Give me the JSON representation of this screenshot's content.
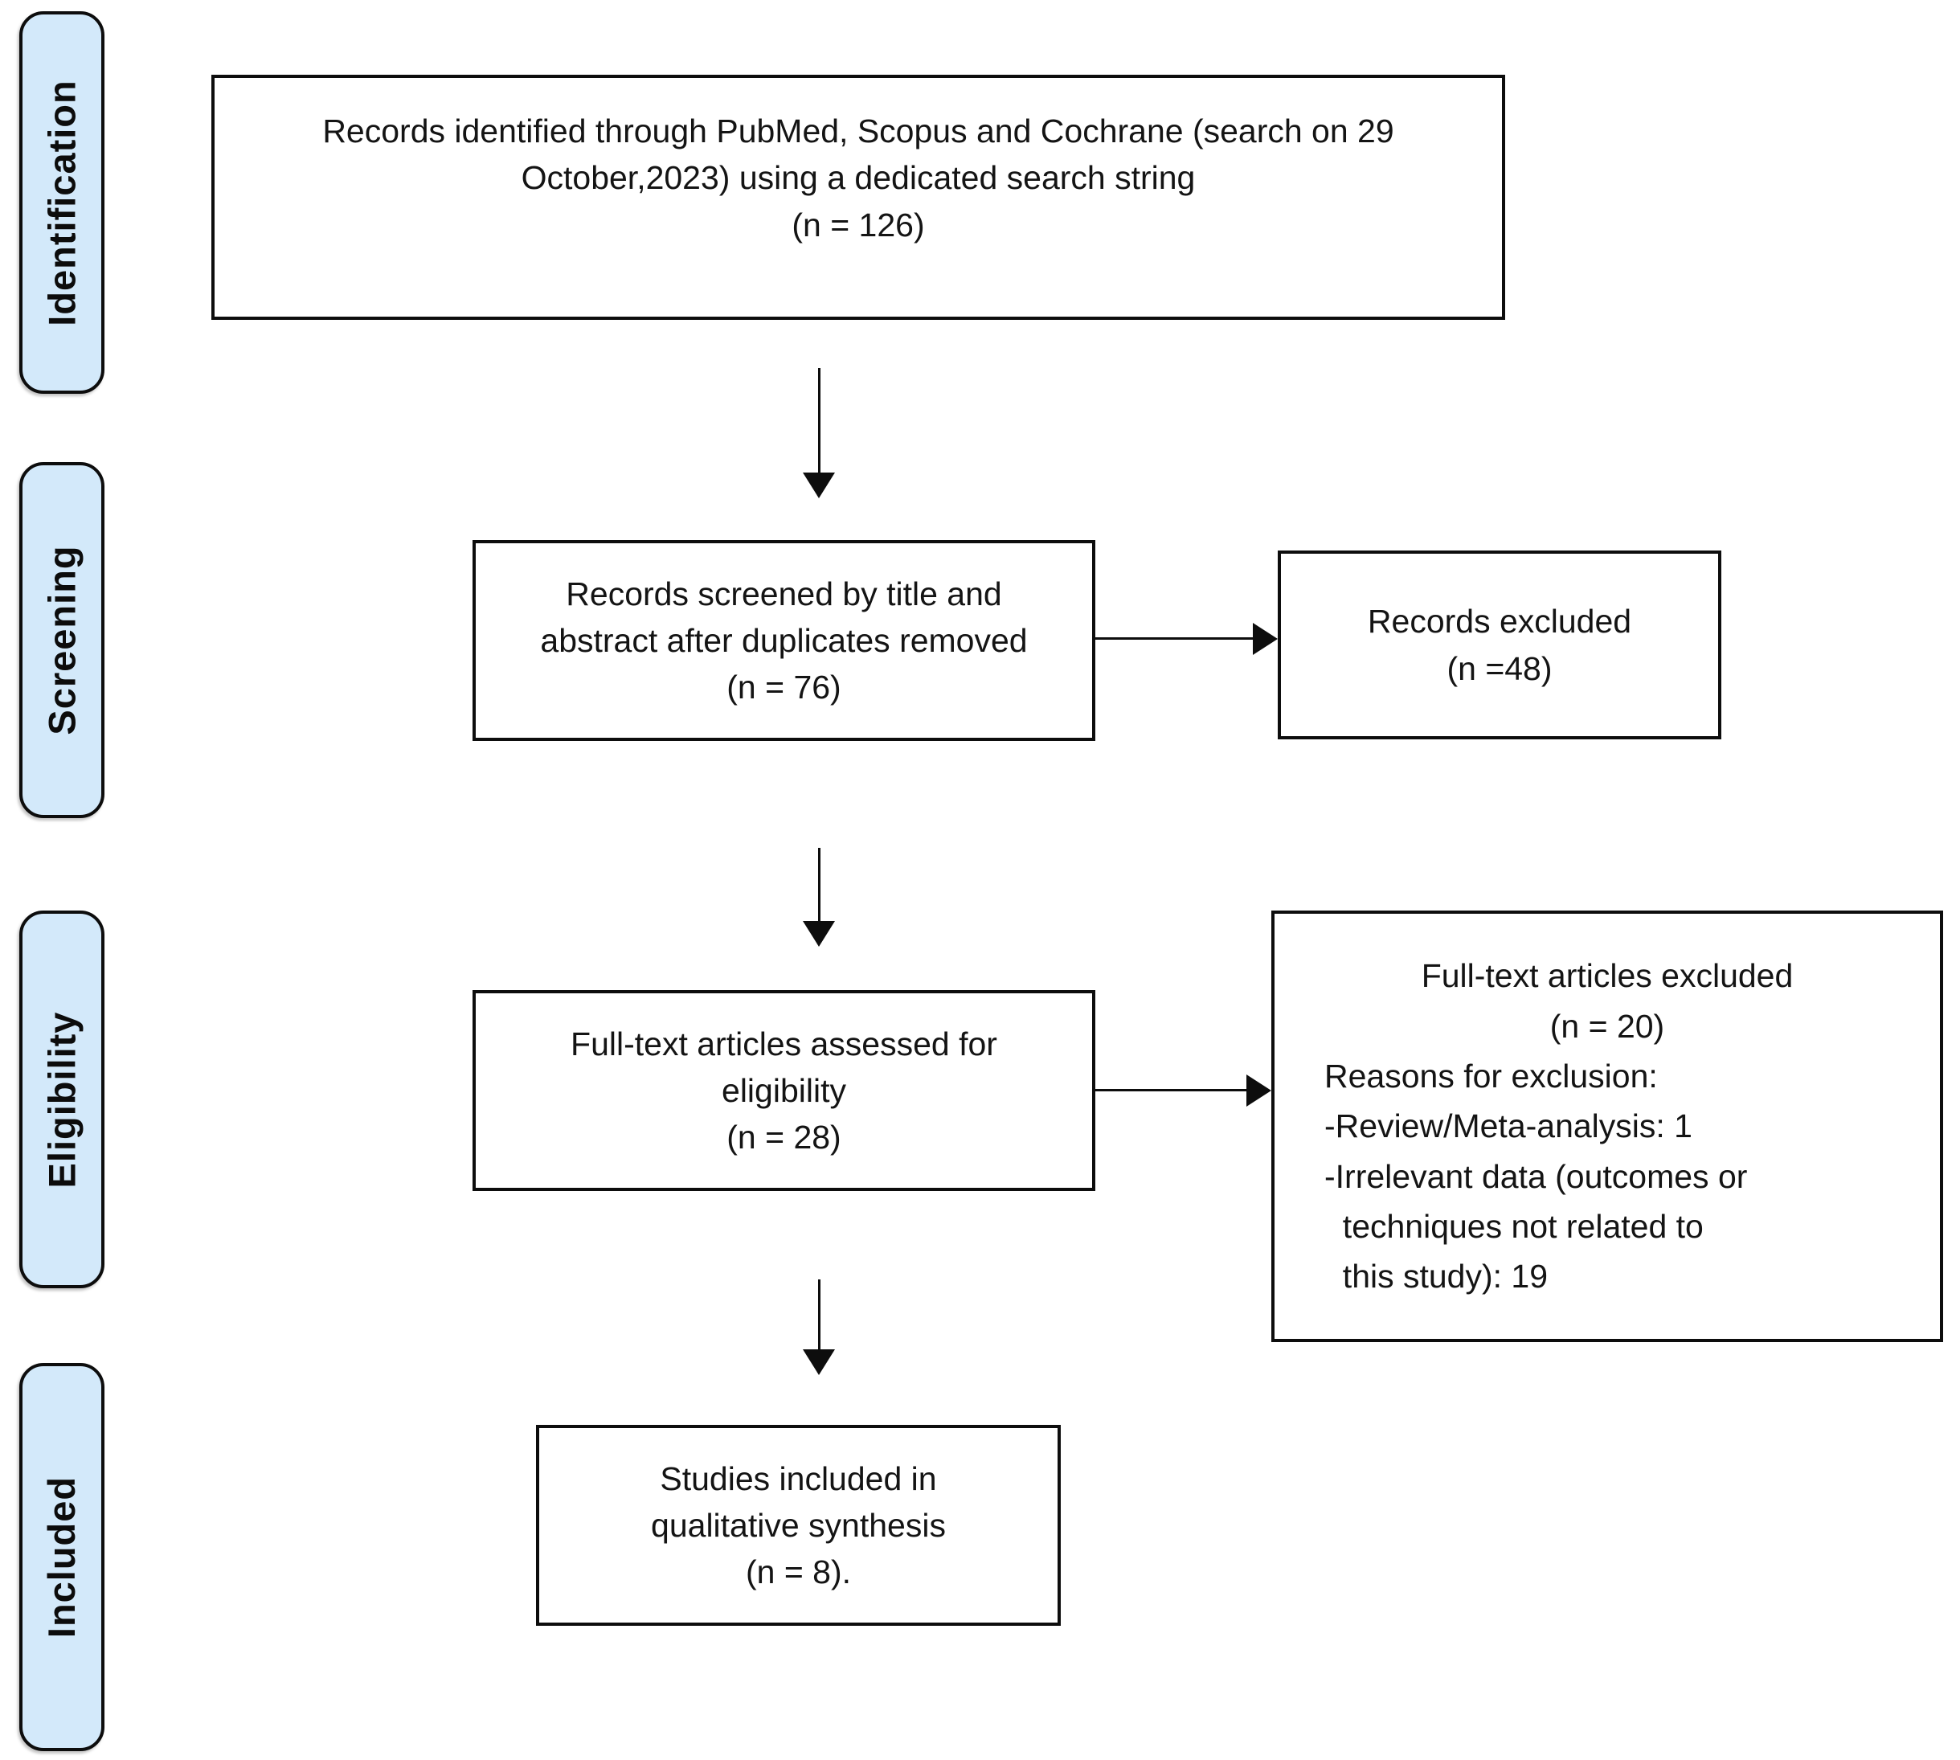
{
  "sidebar": {
    "identification": "Identification",
    "screening": "Screening",
    "eligibility": "Eligibility",
    "included": "Included"
  },
  "boxes": {
    "records_identified": "Records identified through PubMed, Scopus and Cochrane (search on 29\nOctober,2023) using a dedicated search string\n(n = 126)",
    "records_screened": "Records screened by title and\nabstract after duplicates removed\n(n = 76)",
    "records_excluded": "Records excluded\n(n =48)",
    "fulltext_assessed": "Full-text articles assessed for\neligibility\n(n = 28)",
    "fulltext_excluded_head": "Full-text articles excluded\n(n = 20)",
    "fulltext_excluded_body": "Reasons for exclusion:\n-Review/Meta-analysis: 1\n-Irrelevant data (outcomes or\n  techniques not related to\n  this study): 19",
    "studies_included": "Studies included in\nqualitative synthesis\n(n = 8)."
  },
  "colors": {
    "stage_fill": "#d3e9fa",
    "line": "#0d0d0d",
    "background": "#ffffff"
  }
}
